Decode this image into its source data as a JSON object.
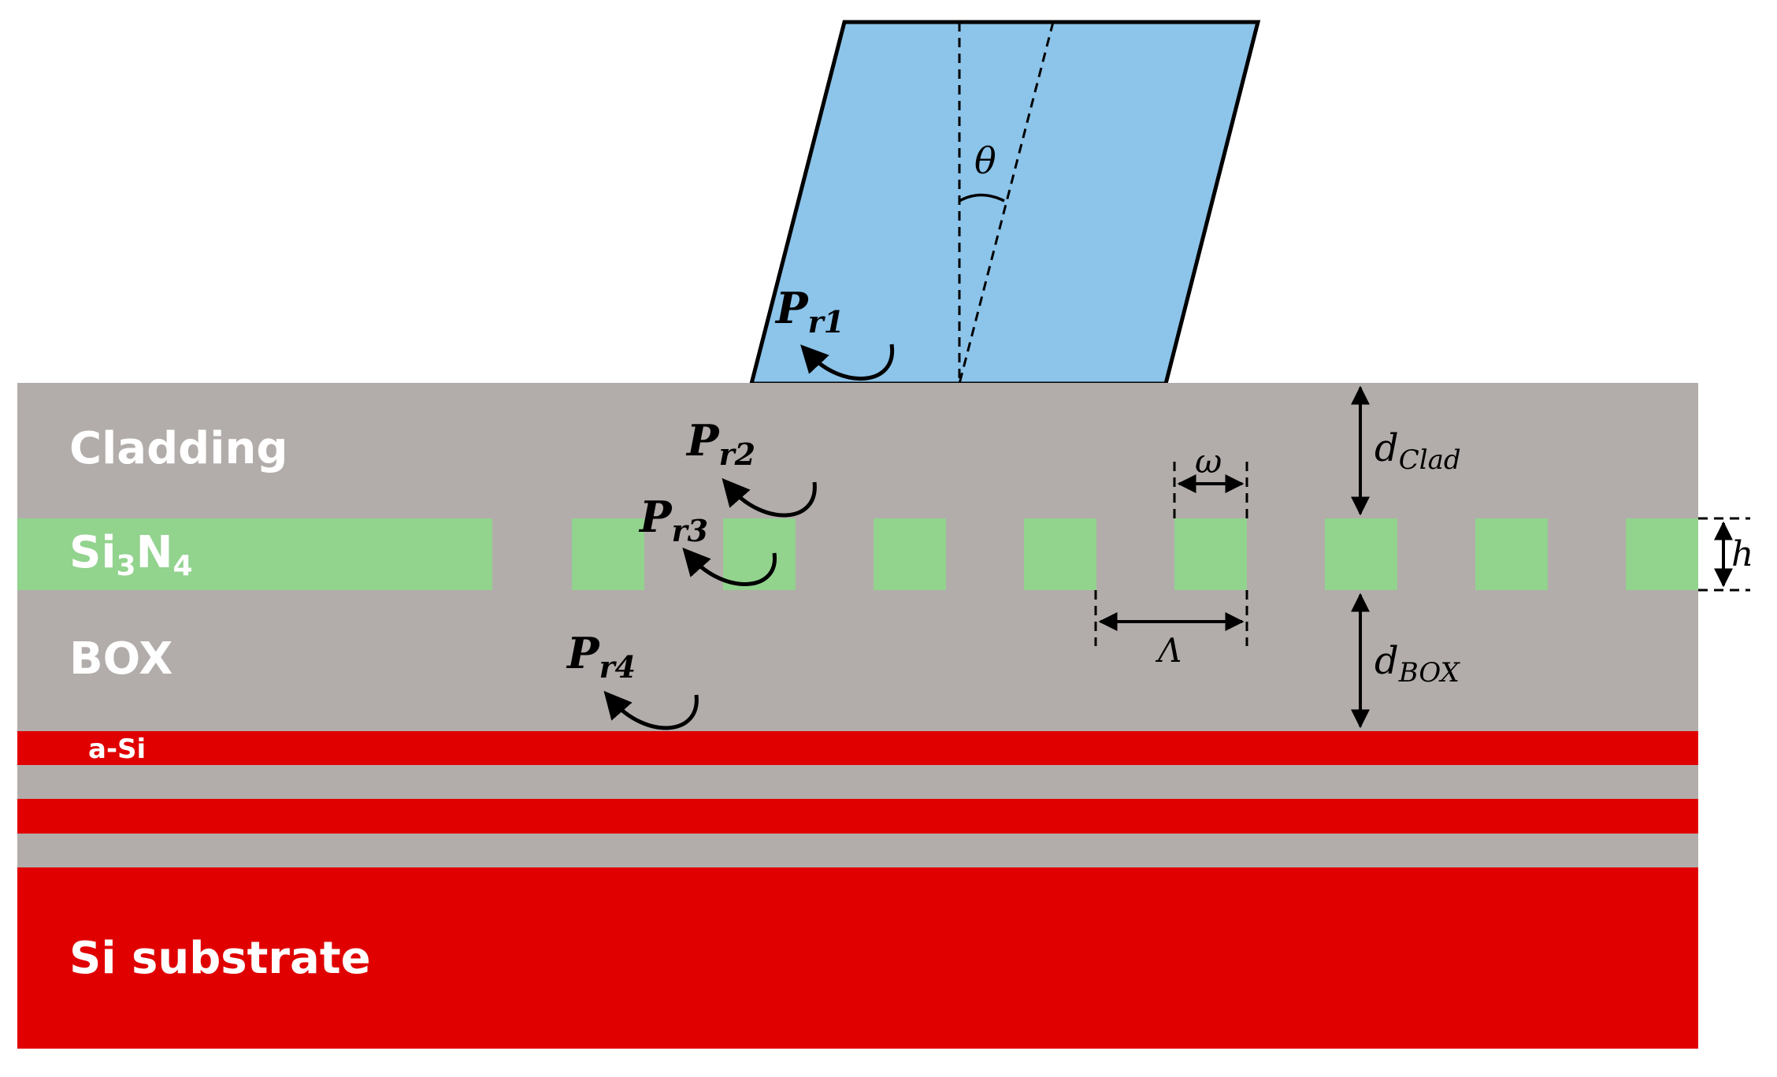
{
  "layers": {
    "cladding": "Cladding",
    "core_main": "Si",
    "core_sub1": "3",
    "core_mid": "N",
    "core_sub2": "4",
    "box": "BOX",
    "asi": "a-Si",
    "substrate": "Si substrate"
  },
  "annotations": {
    "theta": "θ",
    "omega": "ω",
    "lambda": "Λ",
    "h": "h",
    "d_clad_main": "d",
    "d_clad_sub": "Clad",
    "d_box_main": "d",
    "d_box_sub": "BOX",
    "pr1_main": "P",
    "pr1_sub": "r1",
    "pr2_main": "P",
    "pr2_sub": "r2",
    "pr3_main": "P",
    "pr3_sub": "r3",
    "pr4_main": "P",
    "pr4_sub": "r4"
  },
  "colors": {
    "beam": "#8cc4ea",
    "oxide": "#b2adaa",
    "nitride": "#92d38e",
    "silicon": "#e00000",
    "text_light": "#ffffff",
    "ink": "#000000"
  }
}
